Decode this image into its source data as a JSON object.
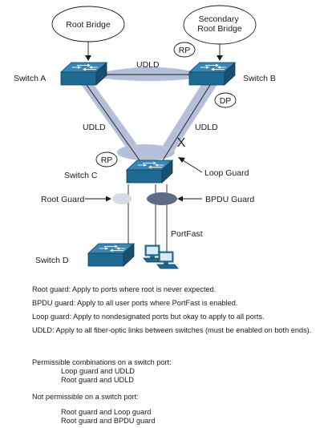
{
  "diagram": {
    "root_bridge": "Root Bridge",
    "secondary_root_bridge": [
      "Secondary",
      "Root Bridge"
    ],
    "switch_a": "Switch A",
    "switch_b": "Switch B",
    "switch_c": "Switch C",
    "switch_d": "Switch D",
    "udld_top": "UDLD",
    "udld_left": "UDLD",
    "udld_right": "UDLD",
    "rp_top": "RP",
    "rp_c": "RP",
    "dp_b": "DP",
    "blocked_mark": "X",
    "loop_guard": "Loop Guard",
    "root_guard": "Root Guard",
    "bpdu_guard": "BPDU Guard",
    "portfast": "PortFast"
  },
  "notes": {
    "root_guard": "Root guard: Apply to ports where root is never expected.",
    "bpdu_guard": "BPDU guard: Apply to all user ports where PortFast is enabled.",
    "loop_guard": "Loop guard: Apply to nondesignated ports but okay to apply to all ports.",
    "udld": "UDLD: Apply to all fiber-optic links between switches (must be enabled on both ends).",
    "permissible_heading": "Permissible combinations on a switch port:",
    "permissible": [
      "Loop guard  and UDLD",
      "Root guard and UDLD"
    ],
    "not_permissible_heading": "Not permissible on a switch port:",
    "not_permissible": [
      "Root guard and Loop guard",
      "Root guard and BPDU guard"
    ]
  },
  "colors": {
    "switch_fill": "#1f6a93",
    "link_band": "#b4bfd8",
    "root_guard_oval": "#d4dbe8",
    "bpdu_guard_oval": "#5f6b87"
  }
}
